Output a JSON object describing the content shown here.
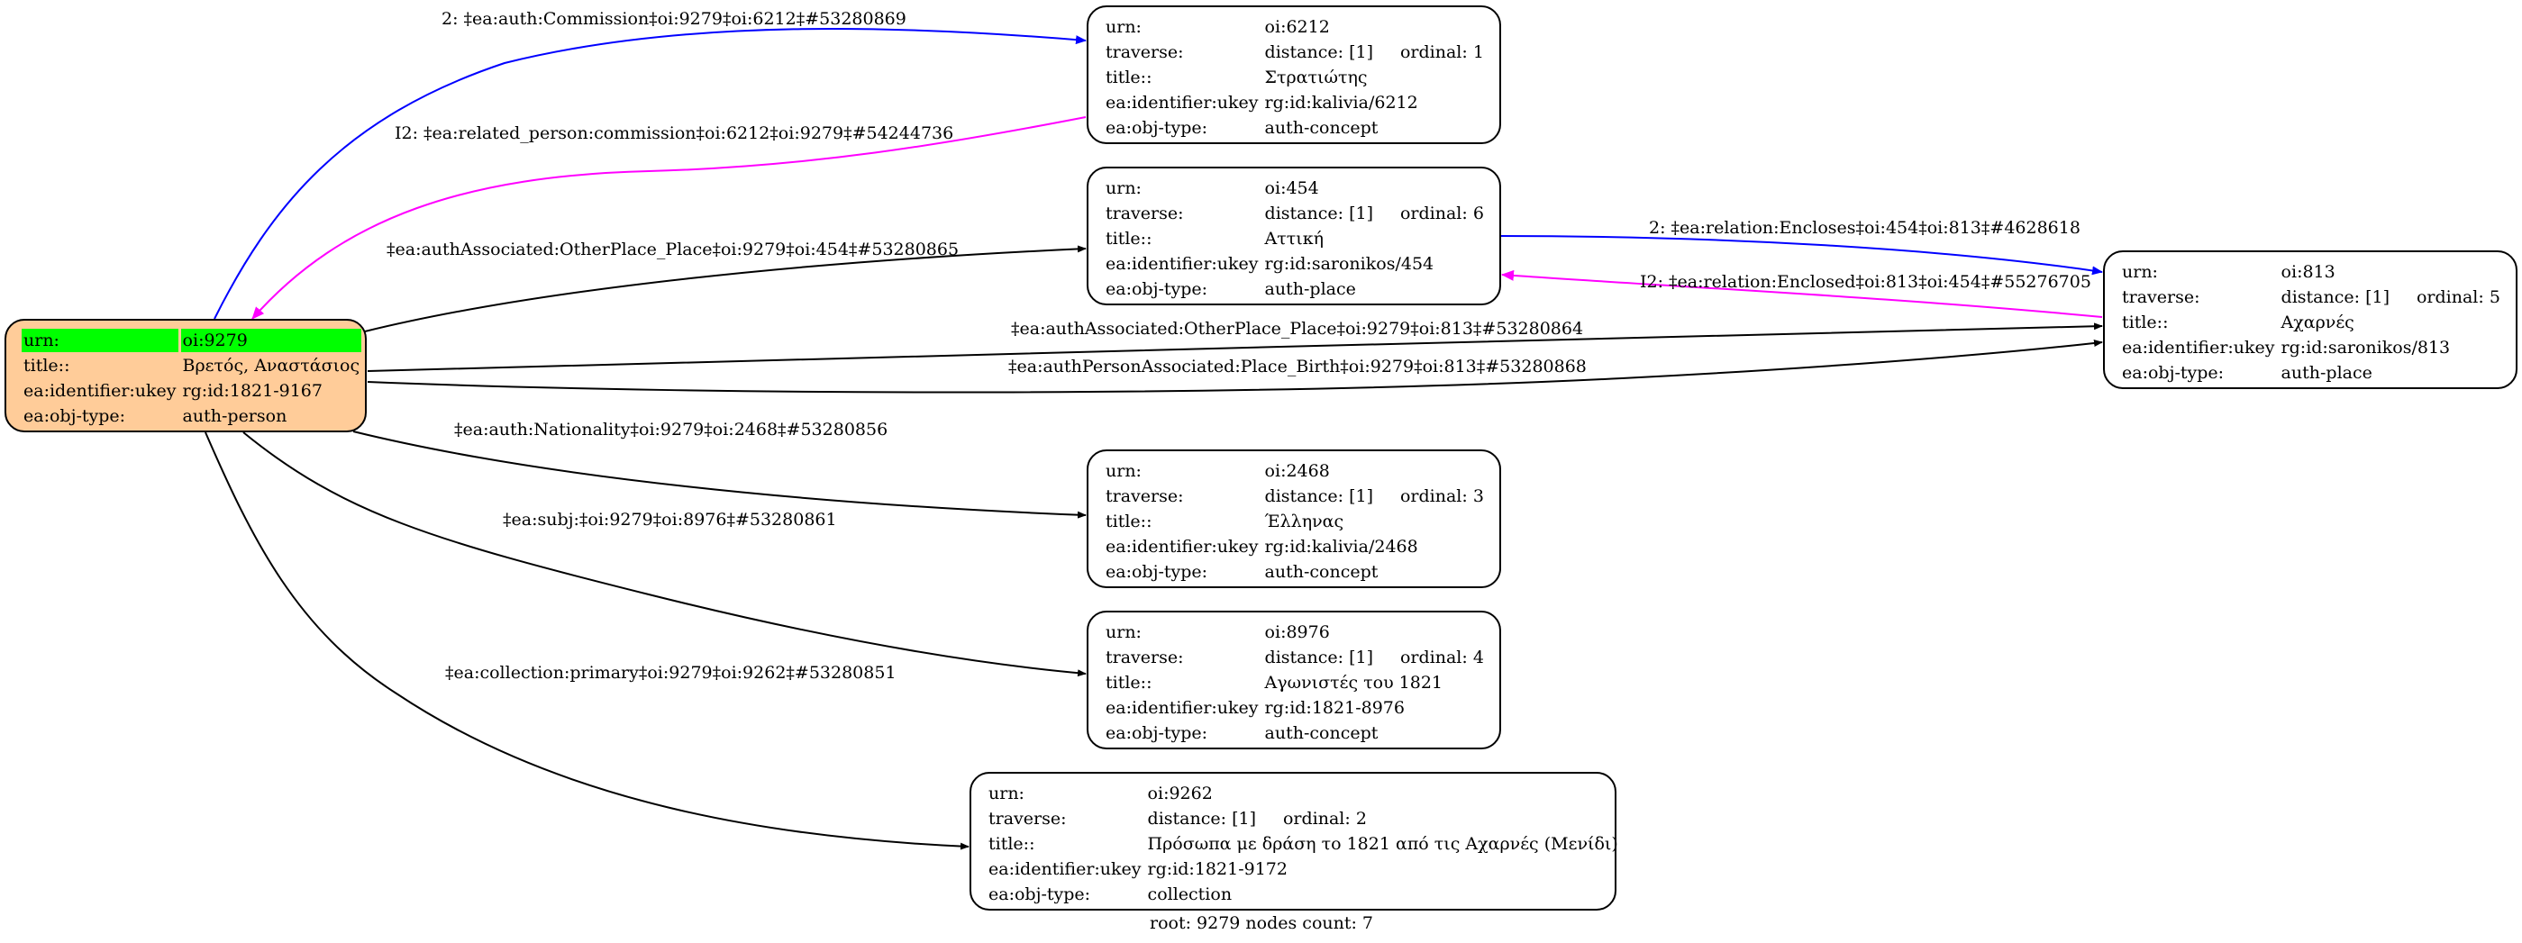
{
  "graph": {
    "root_id": "oi:9279",
    "footer": "root: 9279 nodes count: 7",
    "colors": {
      "root_fill": "#ffcc99",
      "highlight": "#00ff00",
      "forward_edge": "#0000ff",
      "inverse_edge": "#ff00ff",
      "default_edge": "#000000"
    },
    "nodes": [
      {
        "id": "n9279",
        "urn_label": "urn:",
        "urn": "oi:9279",
        "title_label": "title::",
        "title": "Βρετός, Αναστάσιος",
        "ukey_label": "ea:identifier:ukey",
        "ukey": "rg:id:1821-9167",
        "type_label": "ea:obj-type:",
        "type": "auth-person"
      },
      {
        "id": "n6212",
        "urn_label": "urn:",
        "urn": "oi:6212",
        "traverse_label": "traverse:",
        "distance": "distance: [1]",
        "ordinal": "ordinal: 1",
        "title_label": "title::",
        "title": "Στρατιώτης",
        "ukey_label": "ea:identifier:ukey",
        "ukey": "rg:id:kalivia/6212",
        "type_label": "ea:obj-type:",
        "type": "auth-concept"
      },
      {
        "id": "n454",
        "urn_label": "urn:",
        "urn": "oi:454",
        "traverse_label": "traverse:",
        "distance": "distance: [1]",
        "ordinal": "ordinal: 6",
        "title_label": "title::",
        "title": "Αττική",
        "ukey_label": "ea:identifier:ukey",
        "ukey": "rg:id:saronikos/454",
        "type_label": "ea:obj-type:",
        "type": "auth-place"
      },
      {
        "id": "n813",
        "urn_label": "urn:",
        "urn": "oi:813",
        "traverse_label": "traverse:",
        "distance": "distance: [1]",
        "ordinal": "ordinal: 5",
        "title_label": "title::",
        "title": "Αχαρνές",
        "ukey_label": "ea:identifier:ukey",
        "ukey": "rg:id:saronikos/813",
        "type_label": "ea:obj-type:",
        "type": "auth-place"
      },
      {
        "id": "n2468",
        "urn_label": "urn:",
        "urn": "oi:2468",
        "traverse_label": "traverse:",
        "distance": "distance: [1]",
        "ordinal": "ordinal: 3",
        "title_label": "title::",
        "title": "Έλληνας",
        "ukey_label": "ea:identifier:ukey",
        "ukey": "rg:id:kalivia/2468",
        "type_label": "ea:obj-type:",
        "type": "auth-concept"
      },
      {
        "id": "n8976",
        "urn_label": "urn:",
        "urn": "oi:8976",
        "traverse_label": "traverse:",
        "distance": "distance: [1]",
        "ordinal": "ordinal: 4",
        "title_label": "title::",
        "title": "Αγωνιστές του 1821",
        "ukey_label": "ea:identifier:ukey",
        "ukey": "rg:id:1821-8976",
        "type_label": "ea:obj-type:",
        "type": "auth-concept"
      },
      {
        "id": "n9262",
        "urn_label": "urn:",
        "urn": "oi:9262",
        "traverse_label": "traverse:",
        "distance": "distance: [1]",
        "ordinal": "ordinal: 2",
        "title_label": "title::",
        "title": "Πρόσωπα με δράση το 1821 από τις Αχαρνές (Μενίδι)",
        "ukey_label": "ea:identifier:ukey",
        "ukey": "rg:id:1821-9172",
        "type_label": "ea:obj-type:",
        "type": "collection"
      }
    ],
    "edges": [
      {
        "from": "oi:9279",
        "to": "oi:6212",
        "kind": "forward",
        "label": "2: ‡ea:auth:Commission‡oi:9279‡oi:6212‡#53280869"
      },
      {
        "from": "oi:6212",
        "to": "oi:9279",
        "kind": "inverse",
        "label": "I2: ‡ea:related_person:commission‡oi:6212‡oi:9279‡#54244736"
      },
      {
        "from": "oi:9279",
        "to": "oi:454",
        "kind": "default",
        "label": "‡ea:authAssociated:OtherPlace_Place‡oi:9279‡oi:454‡#53280865"
      },
      {
        "from": "oi:454",
        "to": "oi:813",
        "kind": "forward",
        "label": "2: ‡ea:relation:Encloses‡oi:454‡oi:813‡#4628618"
      },
      {
        "from": "oi:813",
        "to": "oi:454",
        "kind": "inverse",
        "label": "I2: ‡ea:relation:Enclosed‡oi:813‡oi:454‡#55276705"
      },
      {
        "from": "oi:9279",
        "to": "oi:813",
        "kind": "default",
        "label": "‡ea:authAssociated:OtherPlace_Place‡oi:9279‡oi:813‡#53280864"
      },
      {
        "from": "oi:9279",
        "to": "oi:813",
        "kind": "default",
        "label": "‡ea:authPersonAssociated:Place_Birth‡oi:9279‡oi:813‡#53280868"
      },
      {
        "from": "oi:9279",
        "to": "oi:2468",
        "kind": "default",
        "label": "‡ea:auth:Nationality‡oi:9279‡oi:2468‡#53280856"
      },
      {
        "from": "oi:9279",
        "to": "oi:8976",
        "kind": "default",
        "label": "‡ea:subj:‡oi:9279‡oi:8976‡#53280861"
      },
      {
        "from": "oi:9279",
        "to": "oi:9262",
        "kind": "default",
        "label": "‡ea:collection:primary‡oi:9279‡oi:9262‡#53280851"
      }
    ]
  }
}
